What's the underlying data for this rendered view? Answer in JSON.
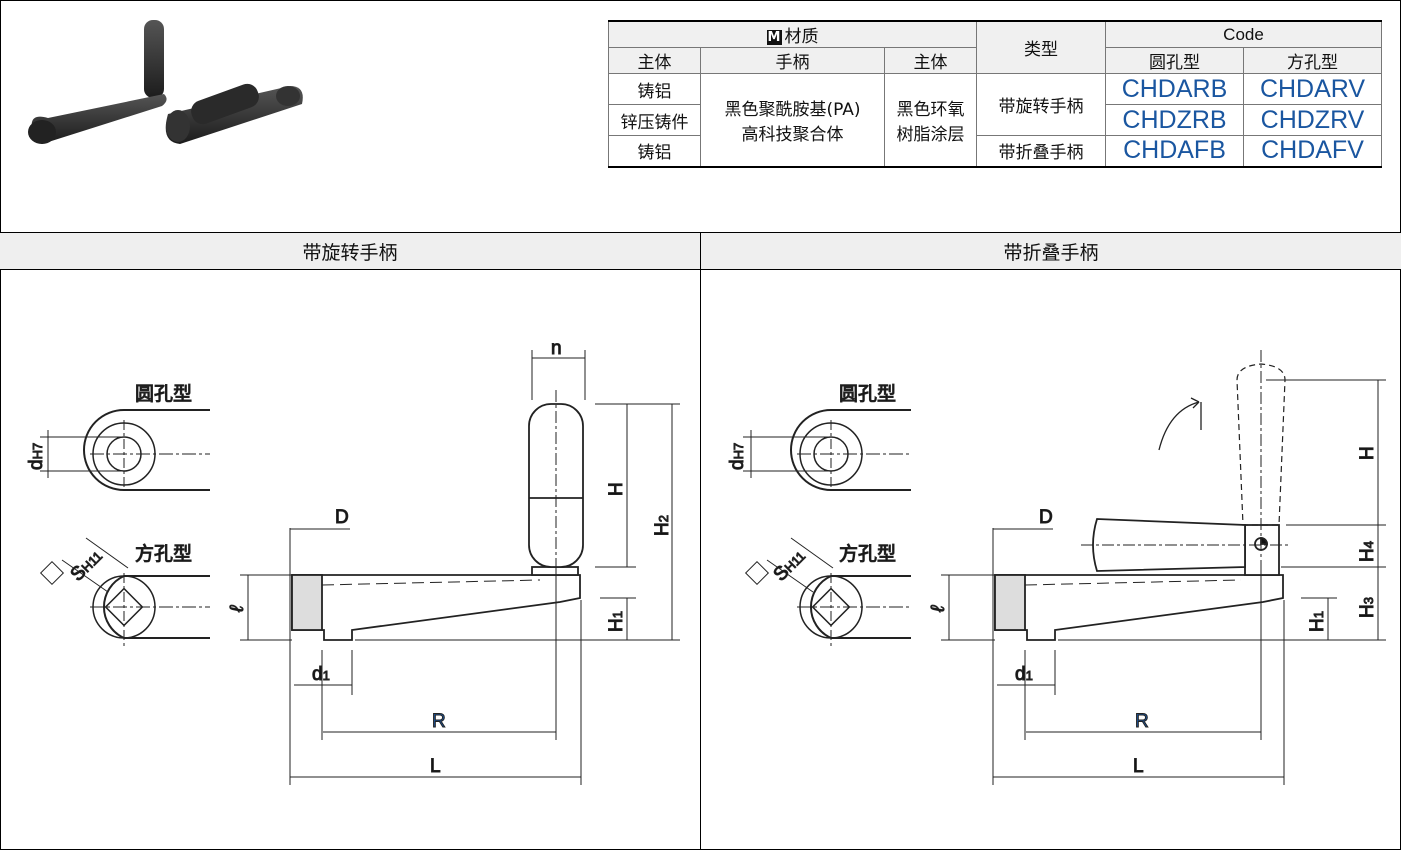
{
  "table": {
    "material_header": "材质",
    "material_icon": "M",
    "type_header": "类型",
    "code_header": "Code",
    "sub_body": "主体",
    "sub_handle": "手柄",
    "sub_body2": "主体",
    "sub_round": "圆孔型",
    "sub_square": "方孔型",
    "row1_body": "铸铝",
    "row2_body": "锌压铸件",
    "row3_body": "铸铝",
    "handle_material": "黑色聚酰胺基(PA)",
    "handle_material2": "高科技聚合体",
    "surface": "黑色环氧",
    "surface2": "树脂涂层",
    "type_rotating": "带旋转手柄",
    "type_folding": "带折叠手柄",
    "codes": {
      "r1_round": "CHDARB",
      "r1_square": "CHDARV",
      "r2_round": "CHDZRB",
      "r2_square": "CHDZRV",
      "r3_round": "CHDAFB",
      "r3_square": "CHDAFV"
    }
  },
  "sections": {
    "left_title": "带旋转手柄",
    "right_title": "带折叠手柄"
  },
  "labels": {
    "round_hole": "圆孔型",
    "square_hole": "方孔型",
    "dH7_d": "d",
    "dH7_sub": "H7",
    "S_main": "S",
    "S_sub": "H11",
    "n": "n",
    "D": "D",
    "H": "H",
    "H1": "H",
    "H1_sub": "1",
    "H2": "H",
    "H2_sub": "2",
    "H3": "H",
    "H3_sub": "3",
    "H4": "H",
    "H4_sub": "4",
    "ell": "ℓ",
    "d1": "d",
    "d1_sub": "1",
    "R": "R",
    "L": "L"
  },
  "colors": {
    "accent": "#1a56a0",
    "header_bg": "#efefef"
  }
}
